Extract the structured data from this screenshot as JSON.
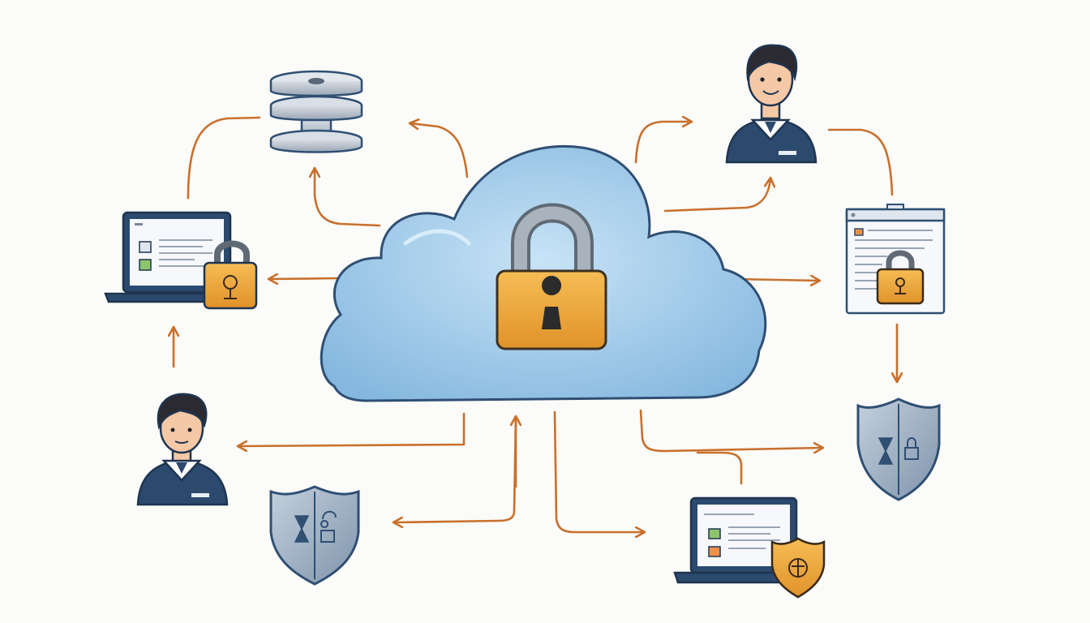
{
  "colors": {
    "background": "#fbfbf9",
    "cloud_fill": "#a9d1ee",
    "cloud_stroke": "#2f4f73",
    "arrow": "#c8702c",
    "lock_body": "#f0a93a",
    "lock_shackle": "#8e98a3",
    "navy": "#2b4a6e",
    "shirt": "#ffffff",
    "skin": "#f5c9a6",
    "hair": "#2a2a30",
    "server": "#aab4c0",
    "shield": "#9fb0c2",
    "screen_green": "#8cc56a",
    "screen_orange": "#f19048"
  },
  "nodes": [
    {
      "id": "cloud",
      "icon": "cloud-lock-icon"
    },
    {
      "id": "server",
      "icon": "server-stack-icon"
    },
    {
      "id": "user-top",
      "icon": "user-icon"
    },
    {
      "id": "user-left",
      "icon": "user-icon"
    },
    {
      "id": "laptop-left",
      "icon": "laptop-lock-icon"
    },
    {
      "id": "laptop-bottom",
      "icon": "laptop-shield-icon"
    },
    {
      "id": "document",
      "icon": "locked-document-icon"
    },
    {
      "id": "shield-right",
      "icon": "shield-icon"
    },
    {
      "id": "shield-bottom",
      "icon": "shield-icon"
    }
  ],
  "connections": [
    {
      "from": "cloud",
      "to": "server"
    },
    {
      "from": "cloud",
      "to": "server"
    },
    {
      "from": "server",
      "to": "laptop-left"
    },
    {
      "from": "cloud",
      "to": "laptop-left"
    },
    {
      "from": "user-left",
      "to": "laptop-left"
    },
    {
      "from": "cloud",
      "to": "user-left"
    },
    {
      "from": "cloud",
      "to": "shield-bottom"
    },
    {
      "from": "laptop-bottom",
      "to": "cloud"
    },
    {
      "from": "cloud",
      "to": "laptop-bottom"
    },
    {
      "from": "cloud",
      "to": "shield-right"
    },
    {
      "from": "cloud",
      "to": "user-top"
    },
    {
      "from": "cloud",
      "to": "user-top"
    },
    {
      "from": "user-top",
      "to": "document"
    },
    {
      "from": "cloud",
      "to": "document"
    },
    {
      "from": "document",
      "to": "shield-right"
    }
  ]
}
